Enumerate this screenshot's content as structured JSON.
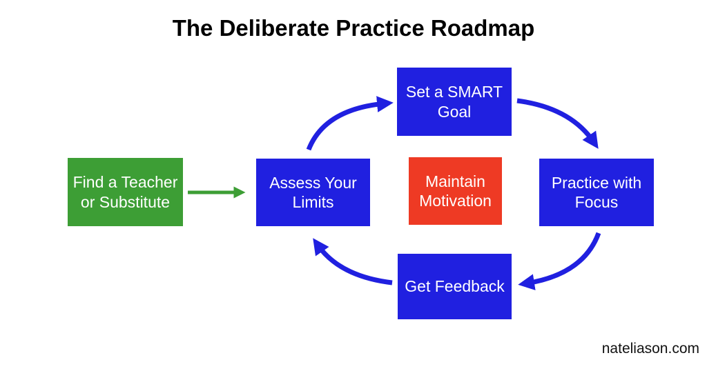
{
  "title": "The Deliberate Practice Roadmap",
  "credit": "nateliason.com",
  "colors": {
    "blue": "#2020e0",
    "green": "#3d9e35",
    "red": "#ee3a24",
    "box_text": "#ffffff",
    "title_text": "#000000"
  },
  "boxes": {
    "find_teacher": {
      "label": "Find a Teacher\nor Substitute",
      "color": "#3d9e35"
    },
    "assess_limits": {
      "label": "Assess Your\nLimits",
      "color": "#2020e0"
    },
    "smart_goal": {
      "label": "Set a SMART\nGoal",
      "color": "#2020e0"
    },
    "maintain_motivation": {
      "label": "Maintain\nMotivation",
      "color": "#ee3a24"
    },
    "practice_focus": {
      "label": "Practice with\nFocus",
      "color": "#2020e0"
    },
    "get_feedback": {
      "label": "Get Feedback",
      "color": "#2020e0"
    }
  },
  "connections": [
    {
      "from": "find_teacher",
      "to": "assess_limits",
      "color": "#3d9e35",
      "style": "straight"
    },
    {
      "from": "assess_limits",
      "to": "smart_goal",
      "color": "#2020e0",
      "style": "curved"
    },
    {
      "from": "smart_goal",
      "to": "practice_focus",
      "color": "#2020e0",
      "style": "curved"
    },
    {
      "from": "practice_focus",
      "to": "get_feedback",
      "color": "#2020e0",
      "style": "curved"
    },
    {
      "from": "get_feedback",
      "to": "assess_limits",
      "color": "#2020e0",
      "style": "curved"
    }
  ]
}
